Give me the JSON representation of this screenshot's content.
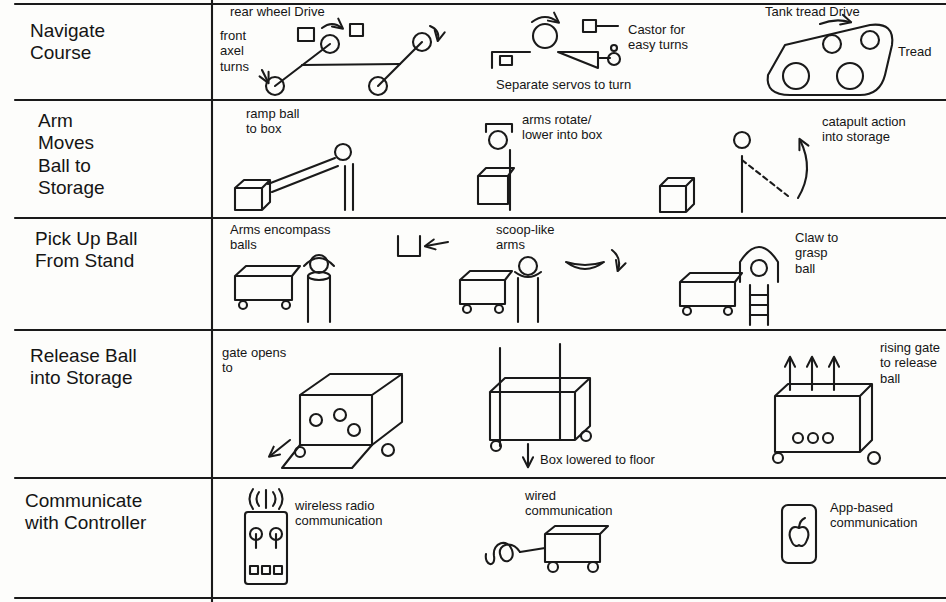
{
  "diagram": {
    "labels": [
      "Navigate Course",
      "rear wheel Drive",
      "front axel turns",
      "Separate servos to turn",
      "Castor for easy turns",
      "Tank tread Drive",
      "Tread",
      "Arm Moves Ball to Storage",
      "ramp ball to box",
      "arms rotate/ lower into box",
      "catapult action into storage",
      "Pick Up Ball From Stand",
      "Arms encompass balls",
      "scoop-like arms",
      "Claw to grasp ball",
      "Release Ball into Storage",
      "gate opens to",
      "Box lowered to floor",
      "rising gate to release ball",
      "Communicate with Controller",
      "wireless radio communication",
      "wired communication",
      "App-based communication"
    ]
  }
}
